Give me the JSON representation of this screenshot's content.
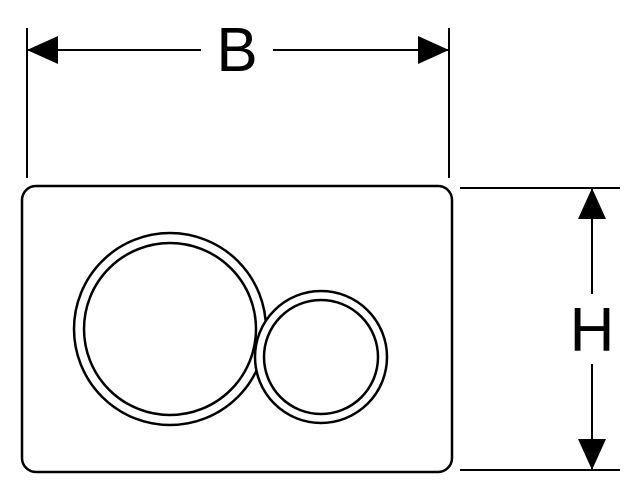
{
  "diagram": {
    "type": "technical-dimension-drawing",
    "subject": "flush-plate-with-two-round-buttons",
    "labels": {
      "width": "B",
      "height": "H"
    },
    "colors": {
      "line": "#000000",
      "background": "#ffffff"
    }
  }
}
